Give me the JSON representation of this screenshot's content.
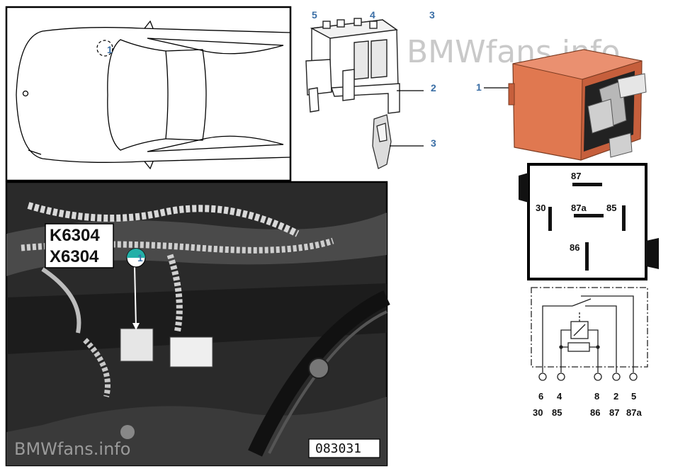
{
  "watermark_top": "BMWfans.info",
  "watermark_bottom": "BMWfans.info",
  "car_view": {
    "callout": "1"
  },
  "connector_parts": {
    "top_numbers": [
      "5",
      "4",
      "3"
    ],
    "callout_2": "2",
    "callout_3": "3"
  },
  "relay": {
    "callout": "1",
    "pin_labels": {
      "p87": "87",
      "p30": "30",
      "p87a": "87a",
      "p85": "85",
      "p86": "86"
    }
  },
  "photo": {
    "label_line1": "K6304",
    "label_line2": "X6304",
    "callout": "1",
    "image_code": "083031"
  },
  "schematic": {
    "pins": [
      {
        "num": "6",
        "term": "30"
      },
      {
        "num": "4",
        "term": "85"
      },
      {
        "num": "8",
        "term": "86"
      },
      {
        "num": "2",
        "term": "87"
      },
      {
        "num": "5",
        "term": "87a"
      }
    ]
  },
  "colors": {
    "accent": "#3a6ea5",
    "relay_orange": "#e07850",
    "photo_dark": "#2a2a2a"
  }
}
